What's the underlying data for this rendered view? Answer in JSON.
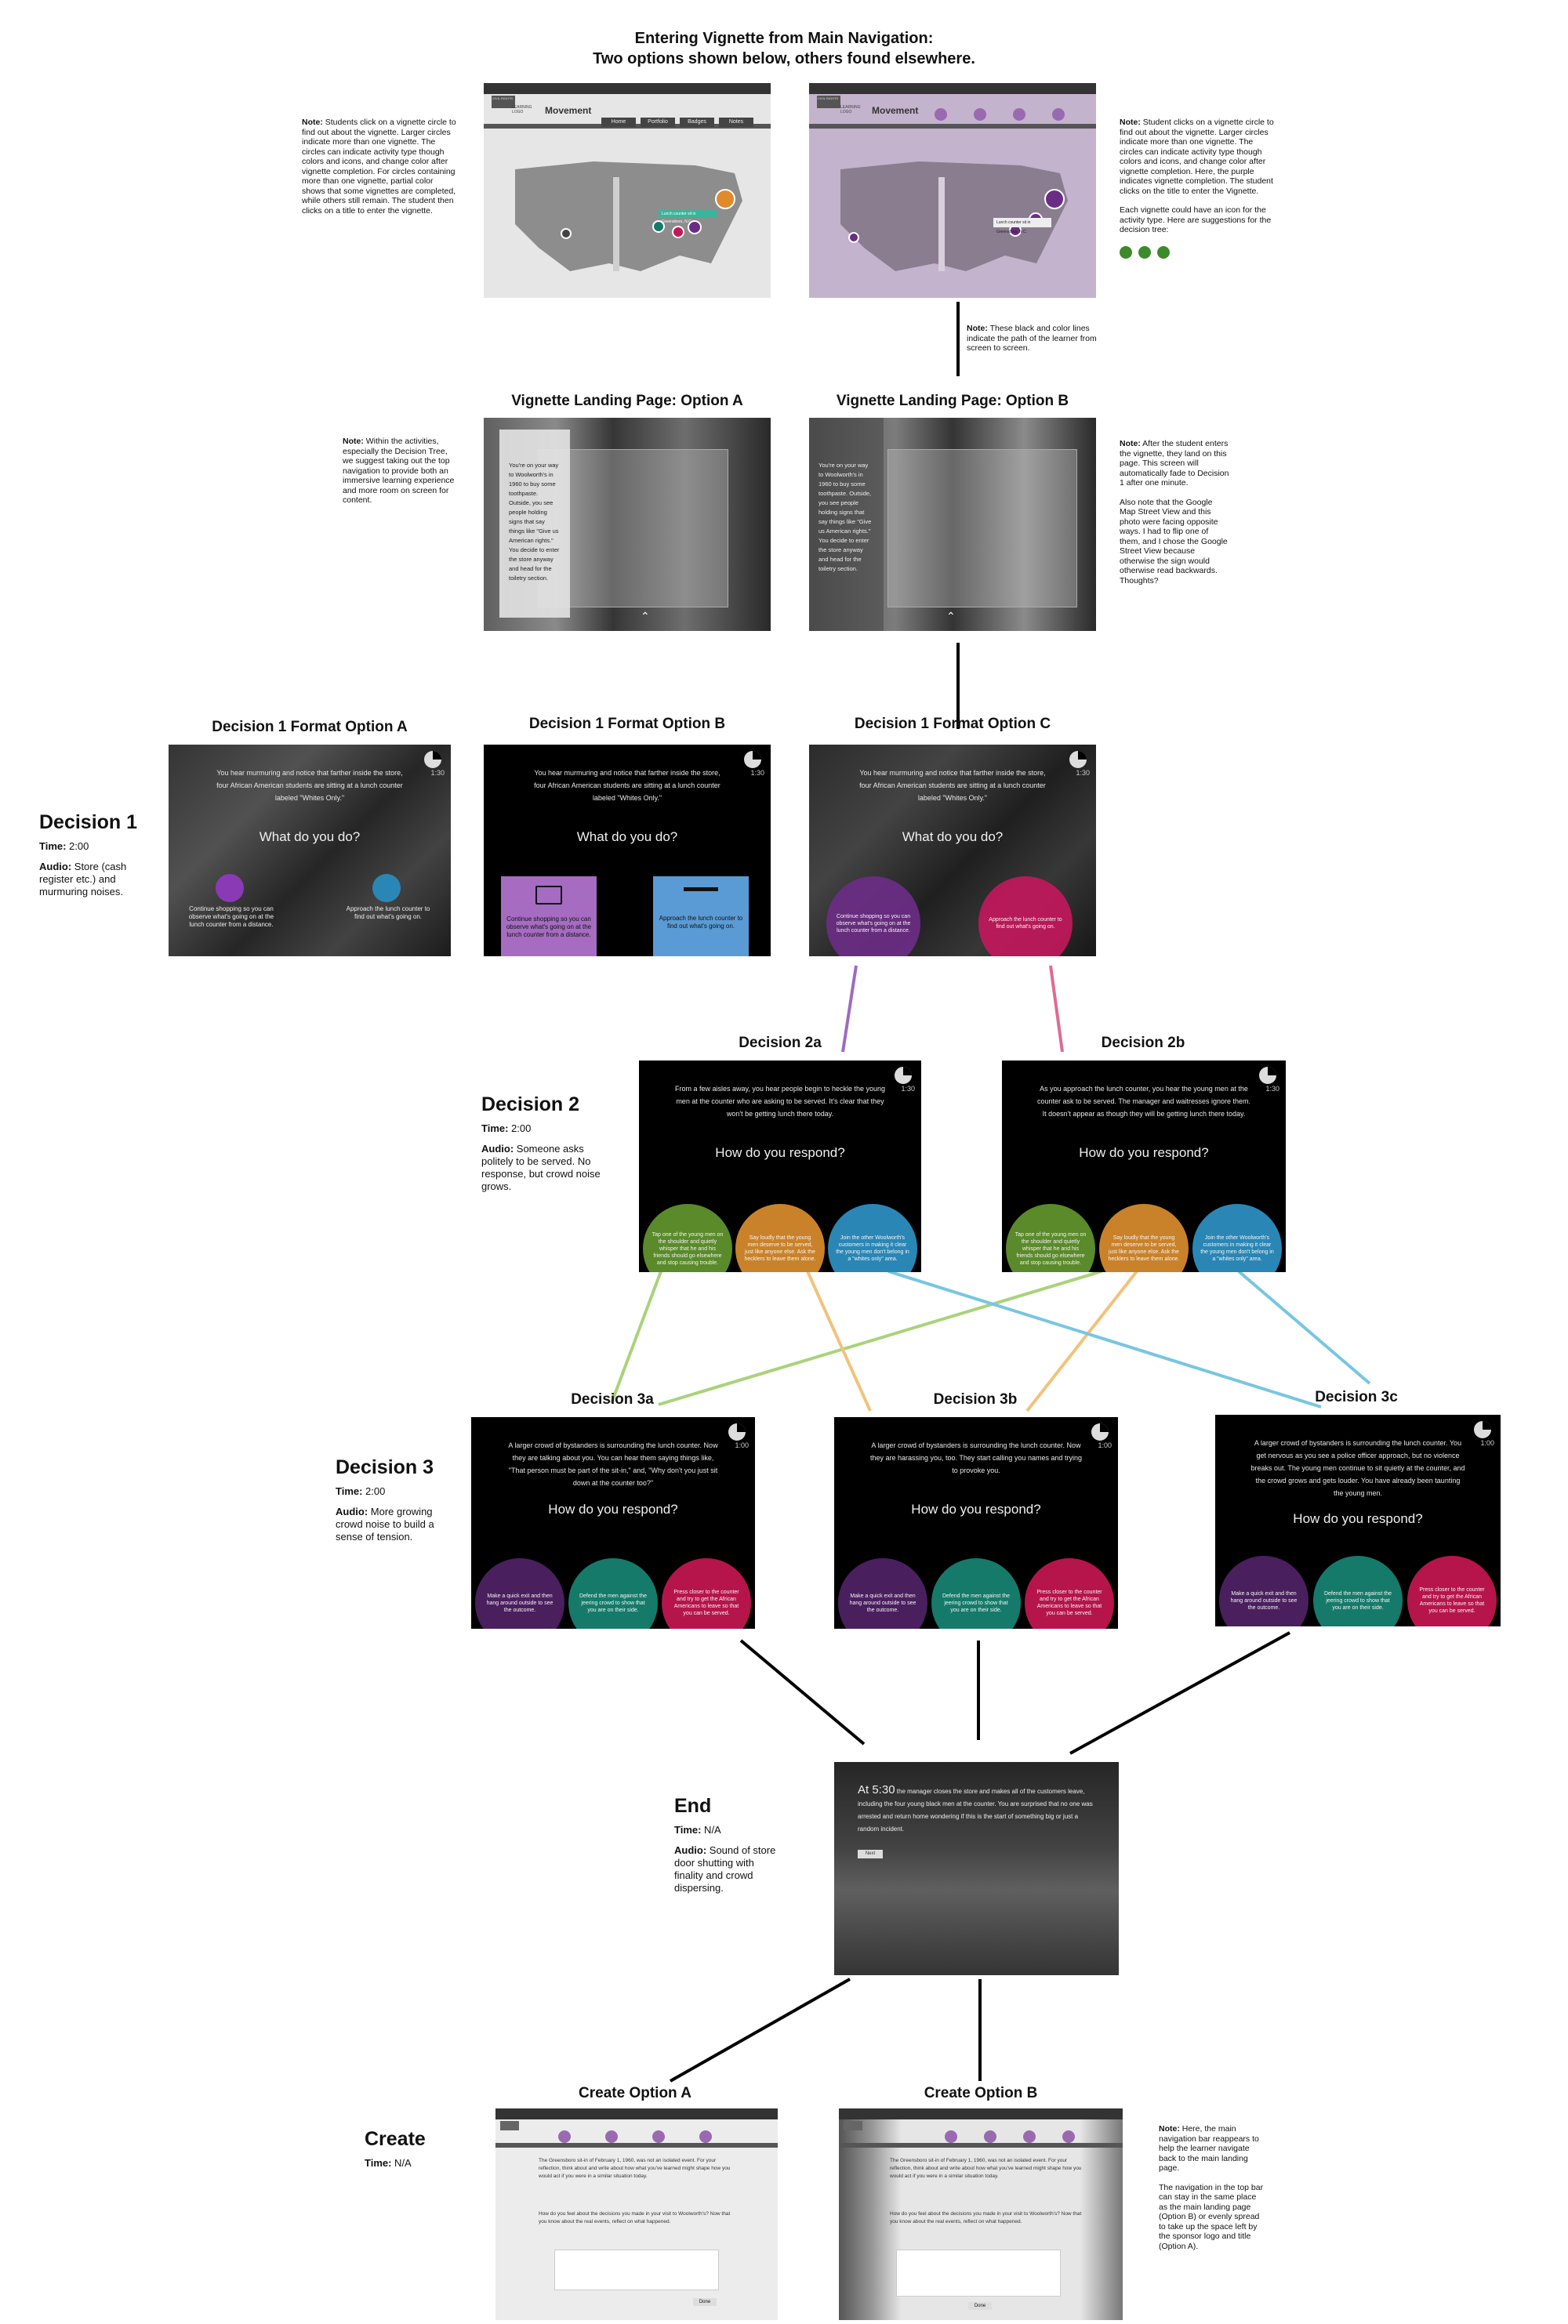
{
  "header": {
    "line1": "Entering Vignette from Main Navigation:",
    "line2": "Two options shown below, others found elsewhere."
  },
  "nav_screens": {
    "a": {
      "logo_text": "CIVIL RIGHTS",
      "sponsor": "LEARNING LOGO",
      "title": "Movement",
      "buttons": [
        "Home",
        "Portfolio",
        "Badges",
        "Notes"
      ],
      "callout": "Lunch counter sit in Greensboro, N.C."
    },
    "b": {
      "logo_text": "CIVIL RIGHTS",
      "sponsor": "LEARNING LOGO",
      "title": "Movement",
      "callout": "Lunch counter sit in Greensboro, N.C."
    }
  },
  "notes": {
    "nav_left": {
      "label": "Note:",
      "text": " Students click on a vignette circle to find out about the vignette. Larger circles indicate more than one vignette. The circles can indicate activity type though colors and icons, and change color after vignette completion. For circles containing more than one vignette, partial color shows that some vignettes are completed, while others still remain. The student then clicks on a title to enter the vignette."
    },
    "nav_right": {
      "label": "Note:",
      "text": " Student clicks on a vignette circle to find out about the vignette. Larger circles indicate more than one vignette. The circles can indicate activity type though colors and icons, and change color after vignette completion. Here, the purple indicates vignette completion. The student clicks on the title to enter the Vignette.",
      "text2": "Each vignette could have an icon for the activity type. Here are suggestions for the decision tree:"
    },
    "path": {
      "label": "Note:",
      "text": " These black and color lines indicate the path of the learner from screen to screen."
    },
    "landing_left": {
      "label": "Note:",
      "text": " Within the activities, especially the Decision Tree, we suggest taking out the top navigation to provide both an immersive learning experience and more room on screen for content."
    },
    "landing_right": {
      "label": "Note:",
      "text": " After the student enters the vignette, they land on this page. This screen will automatically fade to Decision 1 after one minute.",
      "text2": "Also note that the Google Map Street View and this photo were facing opposite ways. I had to flip one of them, and I chose the Google Street View because otherwise the sign would otherwise read backwards. Thoughts?"
    },
    "create_right": {
      "label": "Note:",
      "text": " Here, the main navigation bar reappears to help the learner navigate back to the main landing page.",
      "text2": "The navigation in the top bar can stay in the same place as the main landing page (Option B) or evenly spread to take up the space left by the sponsor logo and title (Option A)."
    }
  },
  "landing": {
    "a_title": "Vignette Landing Page: Option A",
    "b_title": "Vignette Landing Page: Option B",
    "card_text": "You're on your way to Woolworth's in 1960 to buy some toothpaste. Outside, you see people holding signs that say things like \"Give us American rights.\" You decide to enter the store anyway and head for the toiletry section."
  },
  "decision1": {
    "label": "Decision 1",
    "time_label": "Time:",
    "time": " 2:00",
    "audio_label": "Audio:",
    "audio": " Store (cash register etc.) and murmuring noises.",
    "opt_a_title": "Decision 1 Format Option A",
    "opt_b_title": "Decision 1 Format Option B",
    "opt_c_title": "Decision 1 Format Option C",
    "timer": "1:30",
    "scenario": "You hear murmuring and notice that farther inside the store, four African American students are sitting at a lunch counter labeled \"Whites Only.\"",
    "question": "What do you do?",
    "choice1": "Continue shopping so you can observe what's going on at the lunch counter from a distance.",
    "choice2": "Approach the lunch counter to find out what's going on."
  },
  "decision2": {
    "label": "Decision 2",
    "time_label": "Time:",
    "time": " 2:00",
    "audio_label": "Audio:",
    "audio": " Someone asks politely to be served. No response, but crowd noise grows.",
    "a_title": "Decision 2a",
    "b_title": "Decision 2b",
    "timer": "1:30",
    "a_scenario": "From a few aisles away, you hear people begin to heckle the young men at the counter who are asking to be served. It's clear that they won't be getting lunch there today.",
    "b_scenario": "As you approach the lunch counter, you hear the young men at the counter ask to be served. The manager and waitresses ignore them. It doesn't appear as though they will be getting lunch there today.",
    "question": "How do you respond?",
    "choice1": "Tap one of the young men on the shoulder and quietly whisper that he and his friends should go elsewhere and stop causing trouble.",
    "choice2": "Say loudly that the young men deserve to be served, just like anyone else. Ask the hecklers to leave them alone.",
    "choice3": "Join the other Woolworth's customers in making it clear the young men don't belong in a \"whites only\" area."
  },
  "decision3": {
    "label": "Decision 3",
    "time_label": "Time:",
    "time": " 2:00",
    "audio_label": "Audio:",
    "audio": " More growing crowd noise to build a sense of tension.",
    "a_title": "Decision 3a",
    "b_title": "Decision 3b",
    "c_title": "Decision 3c",
    "timer": "1:00",
    "a_scenario": "A larger crowd of bystanders is surrounding the lunch counter. Now they are talking about you. You can hear them saying things like, \"That person must be part of the sit-in,\" and, \"Why don't you just sit down at the counter too?\"",
    "b_scenario": "A larger crowd of bystanders is surrounding the lunch counter. Now they are harassing you, too. They start calling you names and trying to provoke you.",
    "c_scenario": "A larger crowd of bystanders is surrounding the lunch counter. You get nervous as you see a police officer approach, but no violence breaks out. The young men continue to sit quietly at the counter, and the crowd grows and gets louder. You have already been taunting the young men.",
    "question": "How do you respond?",
    "choice1": "Make a quick exit and then hang around outside to see the outcome.",
    "choice2": "Defend the men against the jeering crowd to show that you are on their side.",
    "choice3": "Press closer to the counter and try to get the African Americans to leave so that you can be served."
  },
  "end": {
    "label": "End",
    "time_label": "Time:",
    "time": " N/A",
    "audio_label": "Audio:",
    "audio": " Sound of store door shutting with finality and crowd dispersing.",
    "screen_time": "At 5:30",
    "screen_text": " the manager closes the store and makes all of the customers leave, including the four young black men at the counter. You are surprised that no one was arrested and return home wondering if this is the start of something big or just a random incident.",
    "button": "Next"
  },
  "create": {
    "label": "Create",
    "time_label": "Time:",
    "time": " N/A",
    "a_title": "Create Option A",
    "b_title": "Create Option B",
    "body": "The Greensboro sit-in of February 1, 1960, was not an isolated event. For your reflection, think about and write about how what you've learned might shape how you would act if you were in a similar situation today.",
    "prompt": "How do you feel about the decisions you made in your visit to Woolworth's? Now that you know about the real events, reflect on what happened.",
    "button": "Done"
  },
  "colors": {
    "purple": "#6b2d84",
    "pink": "#c2185b",
    "green": "#5a8a2a",
    "orange": "#c9822a",
    "blue": "#2a86b5",
    "teal": "#157a6a",
    "crimson": "#b5154b",
    "lilac_bg": "#c3b3cc",
    "choice_purple_sq": "#a56cc1",
    "choice_blue_sq": "#5b9bd5",
    "line_green": "#a9d37a",
    "line_orange": "#f2c27a",
    "line_blue": "#78c6e0",
    "line_purple": "#9d6bc0",
    "line_pink": "#e06a8f"
  },
  "icons": [
    "cart-icon",
    "lunch-counter-icon",
    "timer-icon",
    "vignette-circle-icon",
    "home-icon",
    "portfolio-icon",
    "badges-icon",
    "notes-icon"
  ]
}
